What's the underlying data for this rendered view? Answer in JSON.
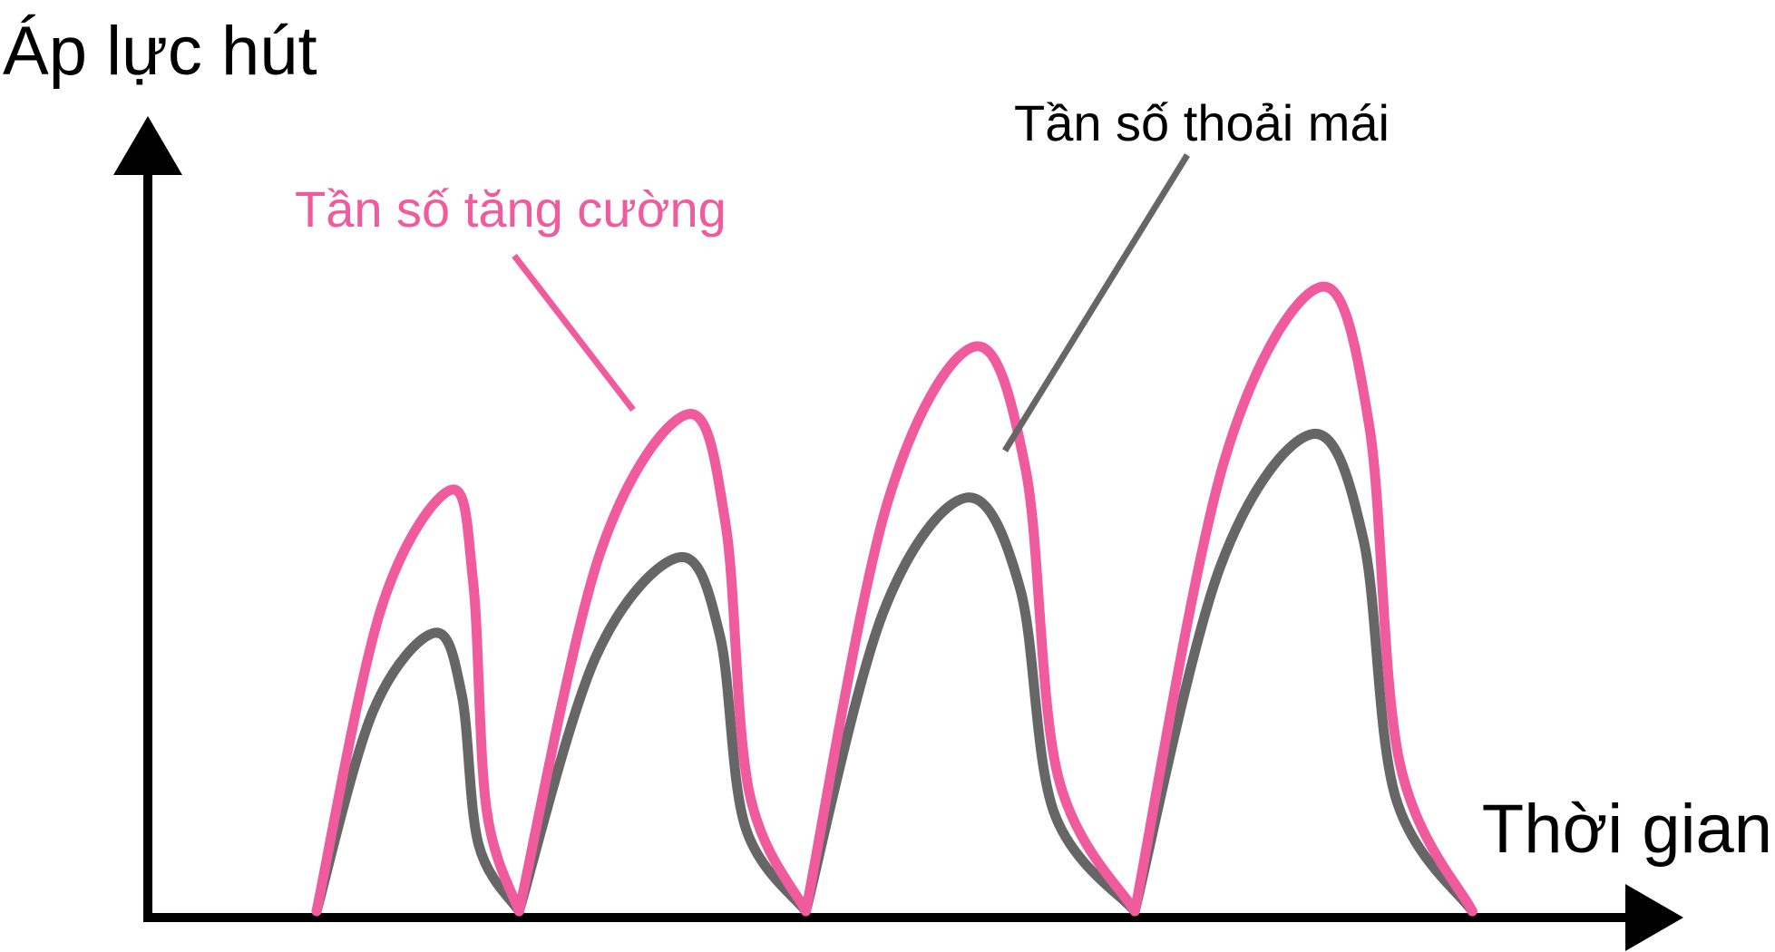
{
  "chart_data": {
    "type": "line",
    "ylabel": "Áp lực hút",
    "xlabel": "Thời gian",
    "axes": {
      "x_arrow": true,
      "y_arrow": true,
      "ticks": false,
      "grid": false
    },
    "annotations": [
      {
        "text": "Tần số tăng cường",
        "series": "boost",
        "color": "#EF5B9C"
      },
      {
        "text": "Tần số thoải mái",
        "series": "comfort",
        "color": "#666666"
      }
    ],
    "series": [
      {
        "id": "boost",
        "name": "Tần số tăng cường",
        "color": "#EF5B9C",
        "cycles": [
          {
            "start": 0.1,
            "peak_x": 0.9,
            "peak": 0.53,
            "end": 1.3
          },
          {
            "start": 1.3,
            "peak_x": 2.3,
            "peak": 0.625,
            "end": 3.0
          },
          {
            "start": 3.0,
            "peak_x": 4.0,
            "peak": 0.71,
            "end": 4.95
          },
          {
            "start": 4.95,
            "peak_x": 6.05,
            "peak": 0.785,
            "end": 6.95
          }
        ]
      },
      {
        "id": "comfort",
        "name": "Tần số thoải mái",
        "color": "#666666",
        "cycles": [
          {
            "start": 0.1,
            "peak_x": 0.8,
            "peak": 0.35,
            "end": 1.3
          },
          {
            "start": 1.3,
            "peak_x": 2.25,
            "peak": 0.445,
            "end": 3.0
          },
          {
            "start": 3.0,
            "peak_x": 3.95,
            "peak": 0.52,
            "end": 4.95
          },
          {
            "start": 4.95,
            "peak_x": 6.0,
            "peak": 0.6,
            "end": 6.95
          }
        ]
      }
    ],
    "xlim": [
      -0.9,
      7.9
    ],
    "ylim": [
      0,
      1
    ]
  }
}
